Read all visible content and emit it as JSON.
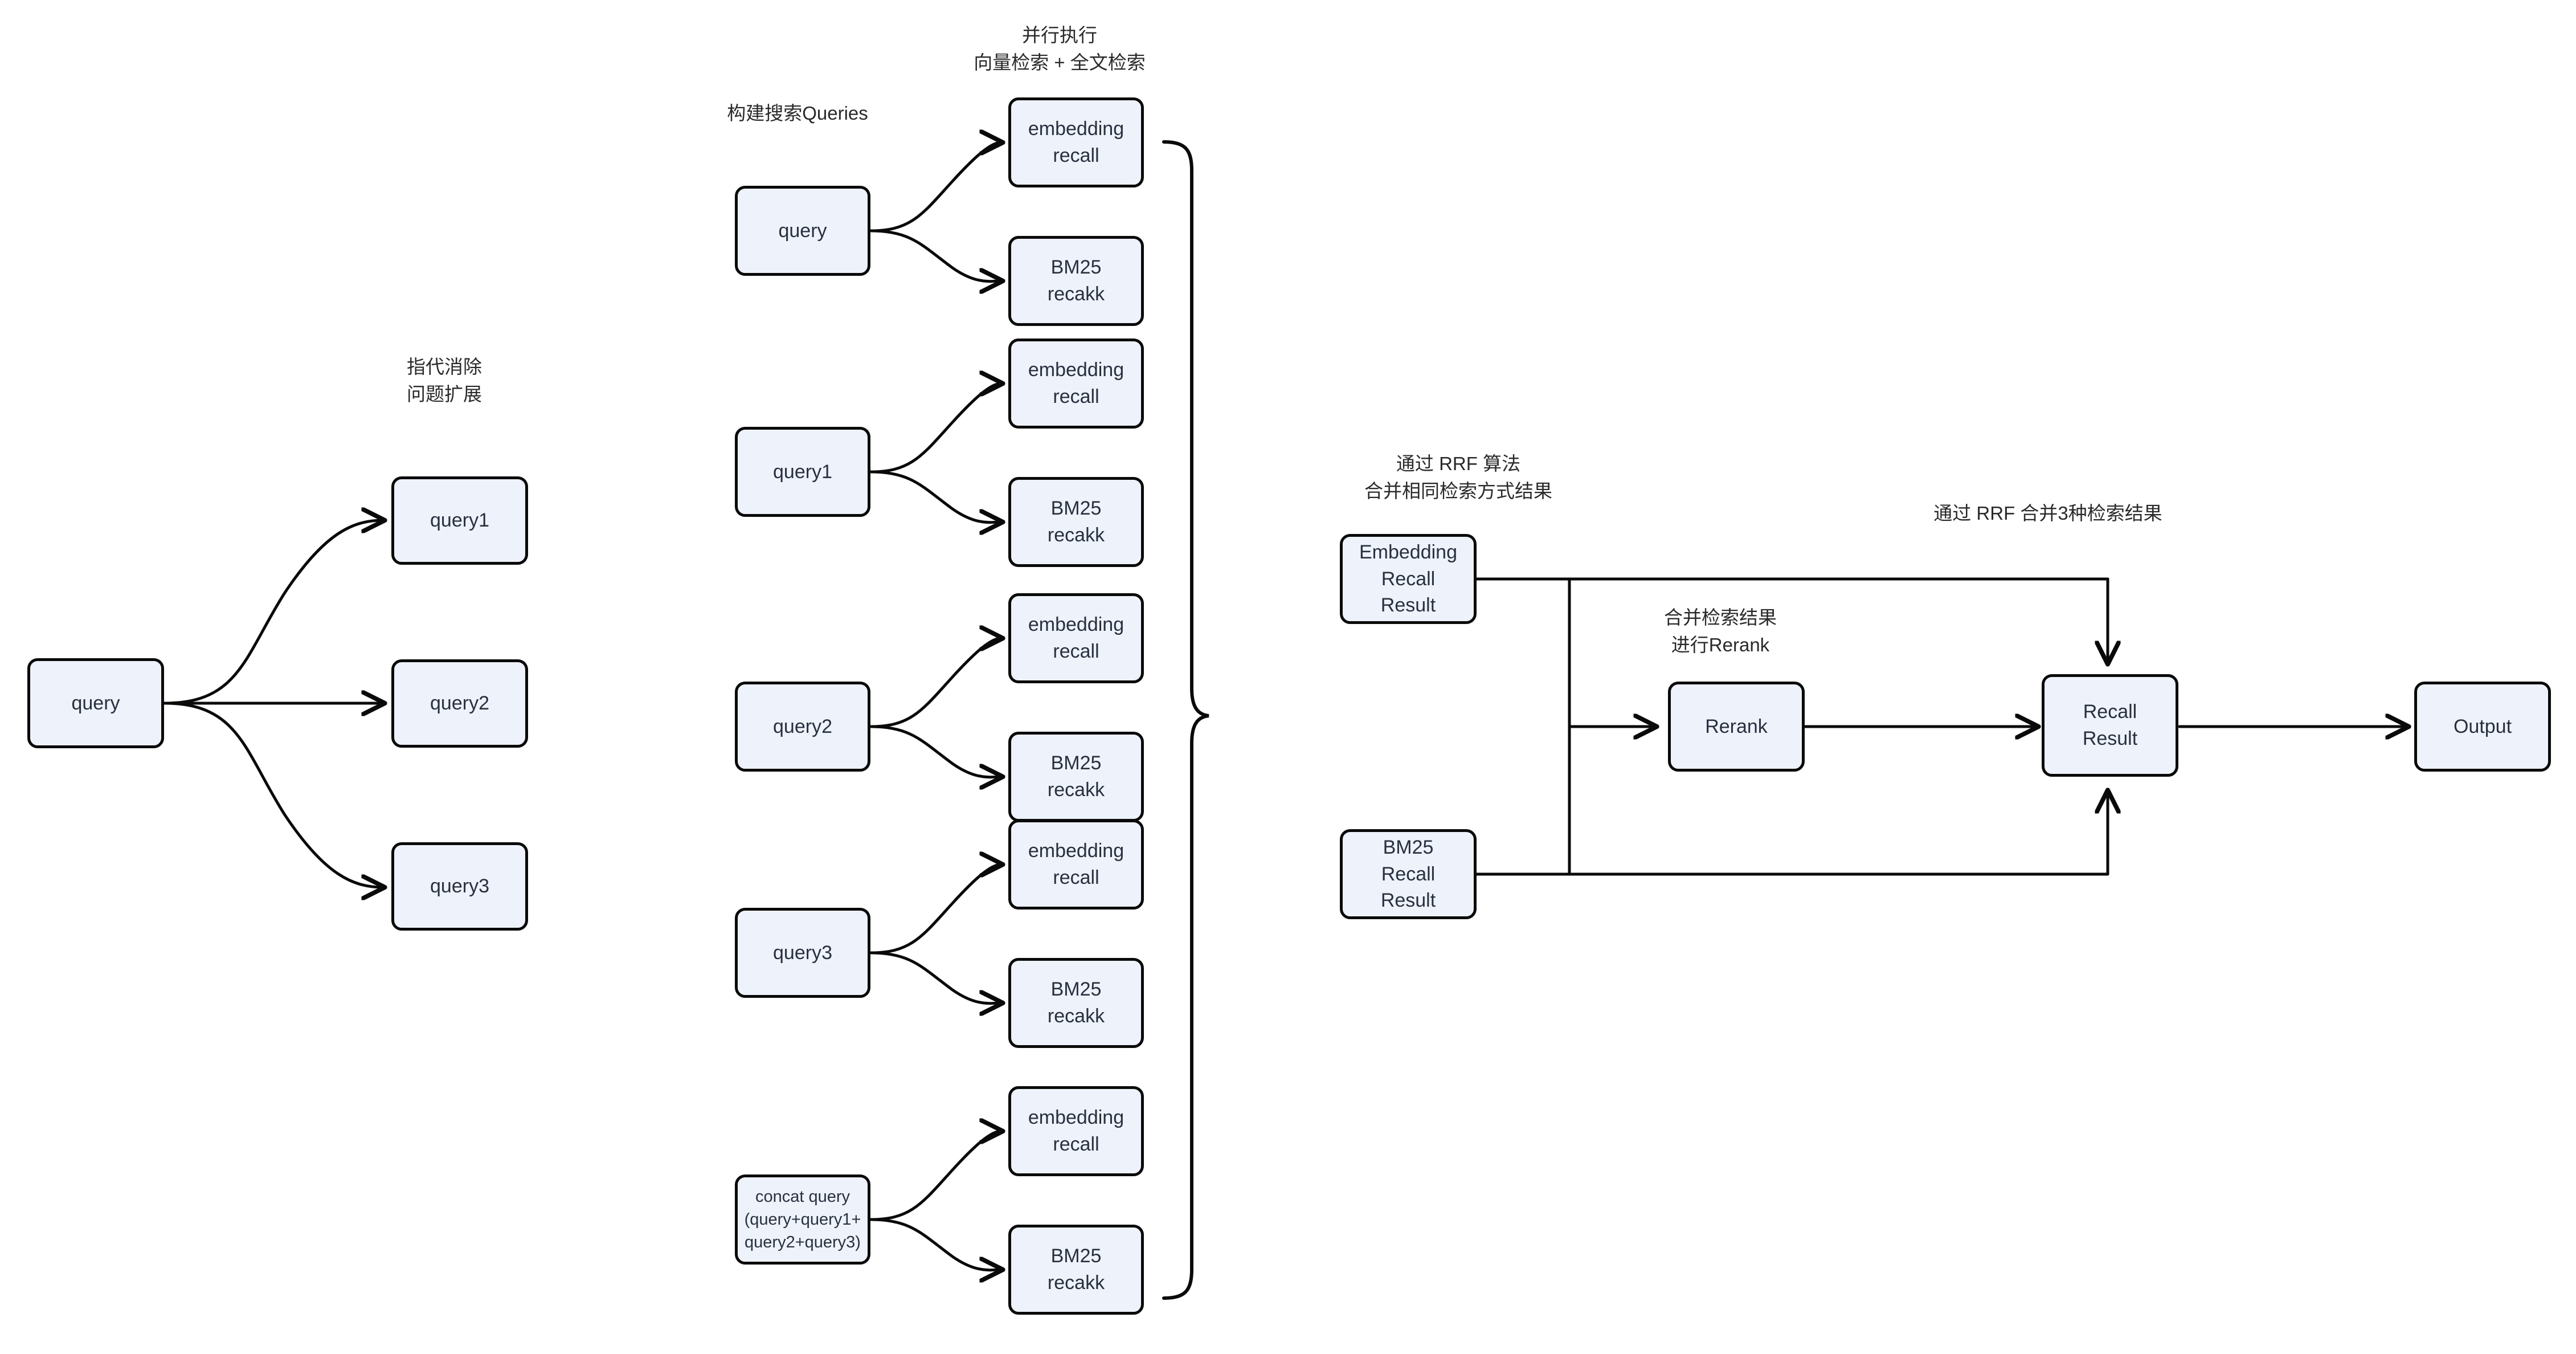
{
  "diagram": {
    "title": "RAG Hybrid Retrieval Pipeline Flowchart",
    "colors": {
      "node_fill": "#eef2fa",
      "node_stroke": "#0a0a0a",
      "text": "#28303f",
      "note_text": "#2a2a2a",
      "background": "#ffffff"
    },
    "notes": [
      {
        "id": "note-rewrite",
        "text": "指代消除\n问题扩展"
      },
      {
        "id": "note-build",
        "text": "构建搜索Queries"
      },
      {
        "id": "note-parallel",
        "text": "并行执行\n向量检索 + 全文检索"
      },
      {
        "id": "note-rrf-same",
        "text": "通过 RRF 算法\n合并相同检索方式结果"
      },
      {
        "id": "note-rerank",
        "text": "合并检索结果\n进行Rerank"
      },
      {
        "id": "note-rrf-three",
        "text": "通过 RRF 合并3种检索结果"
      }
    ],
    "nodes": {
      "stage1": {
        "source": "query",
        "expanded": [
          "query1",
          "query2",
          "query3"
        ]
      },
      "stage2": {
        "queries": [
          "query",
          "query1",
          "query2",
          "query3",
          "concat query\n(query+query1+\nquery2+query3)"
        ],
        "recall_pair": [
          "embedding\nrecall",
          "BM25\nrecakk"
        ]
      },
      "stage3": {
        "embedding_recall_result": "Embedding\nRecall\nResult",
        "bm25_recall_result": "BM25\nRecall\nResult",
        "rerank": "Rerank",
        "recall_result": "Recall\nResult",
        "output": "Output"
      }
    }
  }
}
